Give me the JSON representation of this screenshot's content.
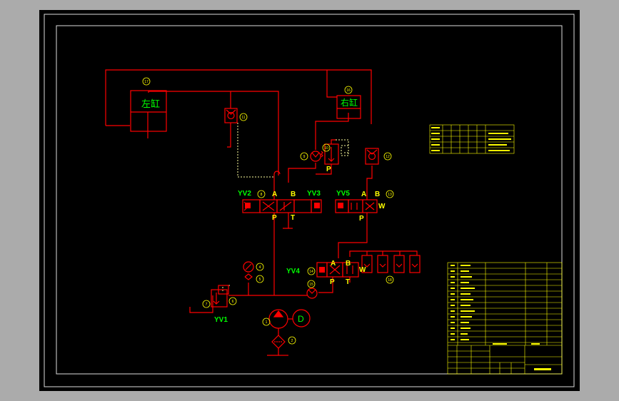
{
  "colors": {
    "background": "#ababab",
    "paper": "#000000",
    "frame": "#ffffff",
    "circuit": "#ff0000",
    "label": "#00ff00",
    "table": "#ffff00",
    "tag": "#ffff00",
    "pilot": "#ffffa0"
  },
  "cylinders": {
    "left": "左缸",
    "right": "右缸"
  },
  "solenoids": {
    "yv1": "YV1",
    "yv2": "YV2",
    "yv3": "YV3",
    "yv4": "YV4",
    "yv5": "YV5"
  },
  "ports": {
    "a": "A",
    "b": "B",
    "p": "P",
    "t": "T",
    "w": "W"
  },
  "motor": "D",
  "tags": {
    "t1": "1",
    "t2": "2",
    "t3": "3",
    "t4": "4",
    "t5": "5",
    "t6": "6",
    "t7": "7",
    "t8": "8",
    "t9": "9",
    "t10": "10",
    "t11": "11",
    "t12": "12",
    "t13": "13",
    "t14": "14",
    "t15": "15",
    "t16": "16",
    "t17": "17",
    "t18": "18"
  }
}
